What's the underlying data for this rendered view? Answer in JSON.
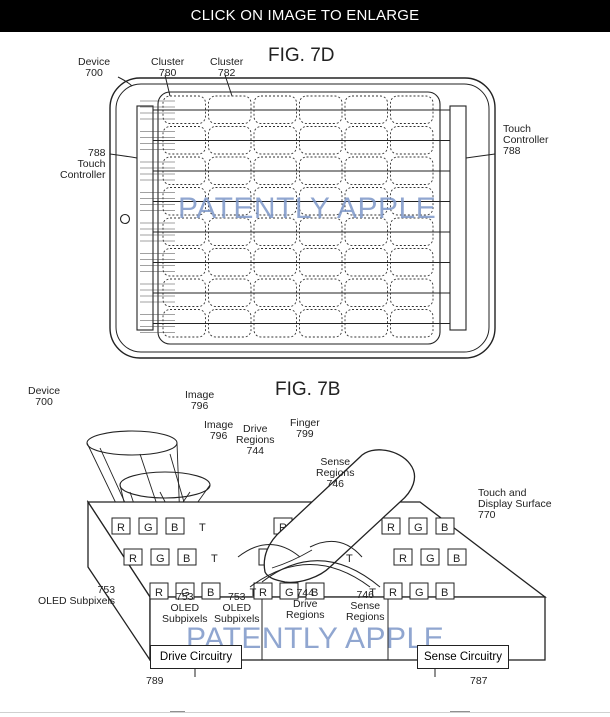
{
  "banner": {
    "text": "CLICK ON IMAGE TO ENLARGE"
  },
  "fig7d": {
    "title": "FIG. 7D",
    "device_label": "Device",
    "device_num": "700",
    "cluster_label": "Cluster",
    "cluster_num_a": "780",
    "cluster_num_b": "782",
    "left_tc_num": "788",
    "left_tc_l1": "Touch",
    "left_tc_l2": "Controller",
    "right_tc_l1": "Touch",
    "right_tc_l2": "Controller",
    "right_tc_num": "788"
  },
  "fig7b": {
    "title": "FIG. 7B",
    "device_label": "Device",
    "device_num": "700",
    "image_label": "Image",
    "image_num_a": "796",
    "image_num_b": "796",
    "drive_regions_l1": "Drive",
    "drive_regions_l2": "Regions",
    "drive_regions_num": "744",
    "finger_label": "Finger",
    "finger_num": "799",
    "sense_regions_l1": "Sense",
    "sense_regions_l2": "Regions",
    "sense_regions_num": "746",
    "touch_surface_l1": "Touch and",
    "touch_surface_l2": "Display Surface",
    "touch_surface_num": "770",
    "oled_left_num": "753",
    "oled_left_label": "OLED Subpixels",
    "oled_a_num": "753",
    "oled_a_l1": "OLED",
    "oled_a_l2": "Subpixels",
    "oled_b_num": "753",
    "oled_b_l1": "OLED",
    "oled_b_l2": "Subpixels",
    "drive_bottom_num": "744",
    "drive_bottom_l1": "Drive",
    "drive_bottom_l2": "Regions",
    "sense_bottom_num": "746",
    "sense_bottom_l1": "Sense",
    "sense_bottom_l2": "Regions",
    "drive_circuitry": "Drive Circuitry",
    "drive_circuitry_num": "789",
    "sense_circuitry": "Sense Circuitry",
    "sense_circuitry_num": "787",
    "subpixel_letters": [
      "R",
      "G",
      "B"
    ],
    "t_letter": "T"
  },
  "watermark": {
    "text": "PATENTLY APPLE"
  }
}
